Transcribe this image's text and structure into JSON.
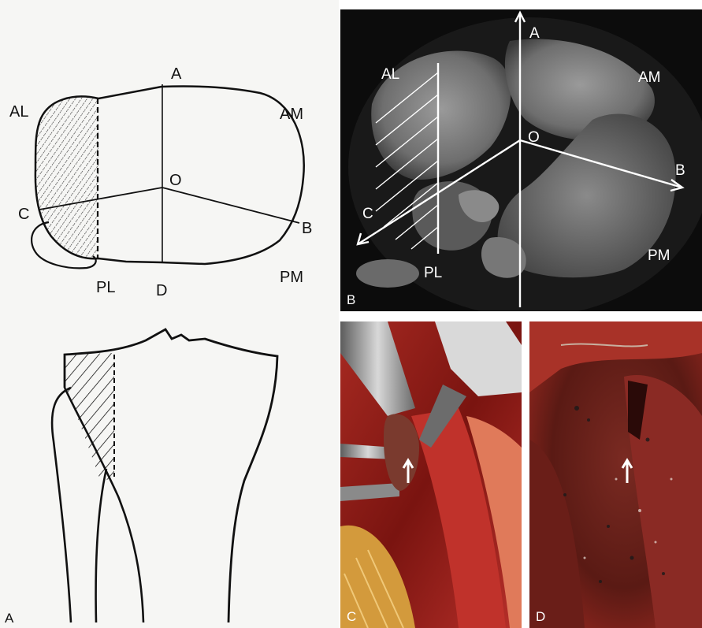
{
  "panel_a": {
    "label_a": "A",
    "label_al": "AL",
    "label_am": "AM",
    "label_o": "O",
    "label_c": "C",
    "label_b": "B",
    "label_pl": "PL",
    "label_d": "D",
    "label_pm": "PM",
    "panel_letter": "A"
  },
  "panel_b": {
    "label_a": "A",
    "label_al": "AL",
    "label_am": "AM",
    "label_o": "O",
    "label_b": "B",
    "label_c": "C",
    "label_pl": "PL",
    "label_pm": "PM",
    "panel_letter": "B"
  },
  "panel_c": {
    "panel_letter": "C"
  },
  "panel_d": {
    "panel_letter": "D"
  },
  "colors": {
    "line_art": "#111111",
    "ct_background": "#0c0c0c",
    "ct_overlay": "#ffffff",
    "tissue_red": "#8b1a16",
    "fat_yellow": "#d8a24a"
  }
}
